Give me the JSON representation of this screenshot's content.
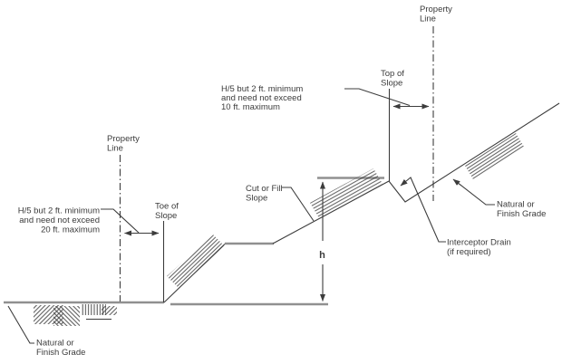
{
  "labels": {
    "property_line_top": [
      "Property",
      "Line"
    ],
    "top_of_slope": [
      "Top of",
      "Slope"
    ],
    "setback_top": [
      "H/5 but 2 ft. minimum",
      "and need not exceed",
      "10 ft. maximum"
    ],
    "cut_or_fill_slope": [
      "Cut or Fill",
      "Slope"
    ],
    "property_line_left": [
      "Property",
      "Line"
    ],
    "setback_toe": [
      "H/5 but 2 ft. minimum",
      "and need not exceed",
      "20 ft. maximum"
    ],
    "toe_of_slope": [
      "Toe of",
      "Slope"
    ],
    "slope_height": "h",
    "natural_grade_bottom_left": [
      "Natural or",
      "Finish Grade"
    ],
    "natural_grade_right": [
      "Natural or",
      "Finish Grade"
    ],
    "interceptor_drain": [
      "Interceptor Drain",
      "(if required)"
    ]
  },
  "colors": {
    "line": "#3c3c3c",
    "finish_grade_line": "#909090",
    "text": "#3b3b3b",
    "background": "#ffffff"
  }
}
